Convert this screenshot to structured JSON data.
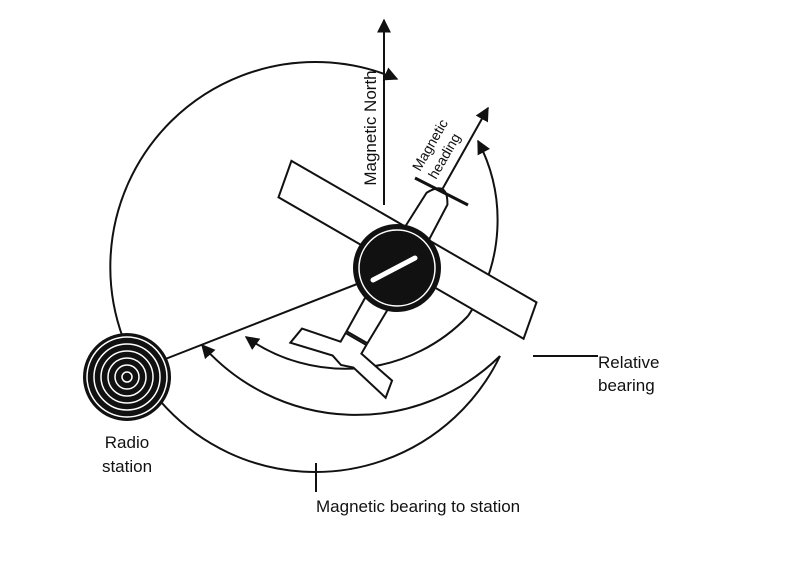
{
  "labels": {
    "magnetic_north": "Magnetic North",
    "magnetic_heading_line1": "Magnetic",
    "magnetic_heading_line2": "heading",
    "relative_bearing_line1": "Relative",
    "relative_bearing_line2": "bearing",
    "radio_station_line1": "Radio",
    "radio_station_line2": "station",
    "magnetic_bearing_to_station": "Magnetic bearing to station"
  },
  "colors": {
    "ink": "#111111",
    "background": "#ffffff",
    "hub_highlight": "#ffffff"
  }
}
